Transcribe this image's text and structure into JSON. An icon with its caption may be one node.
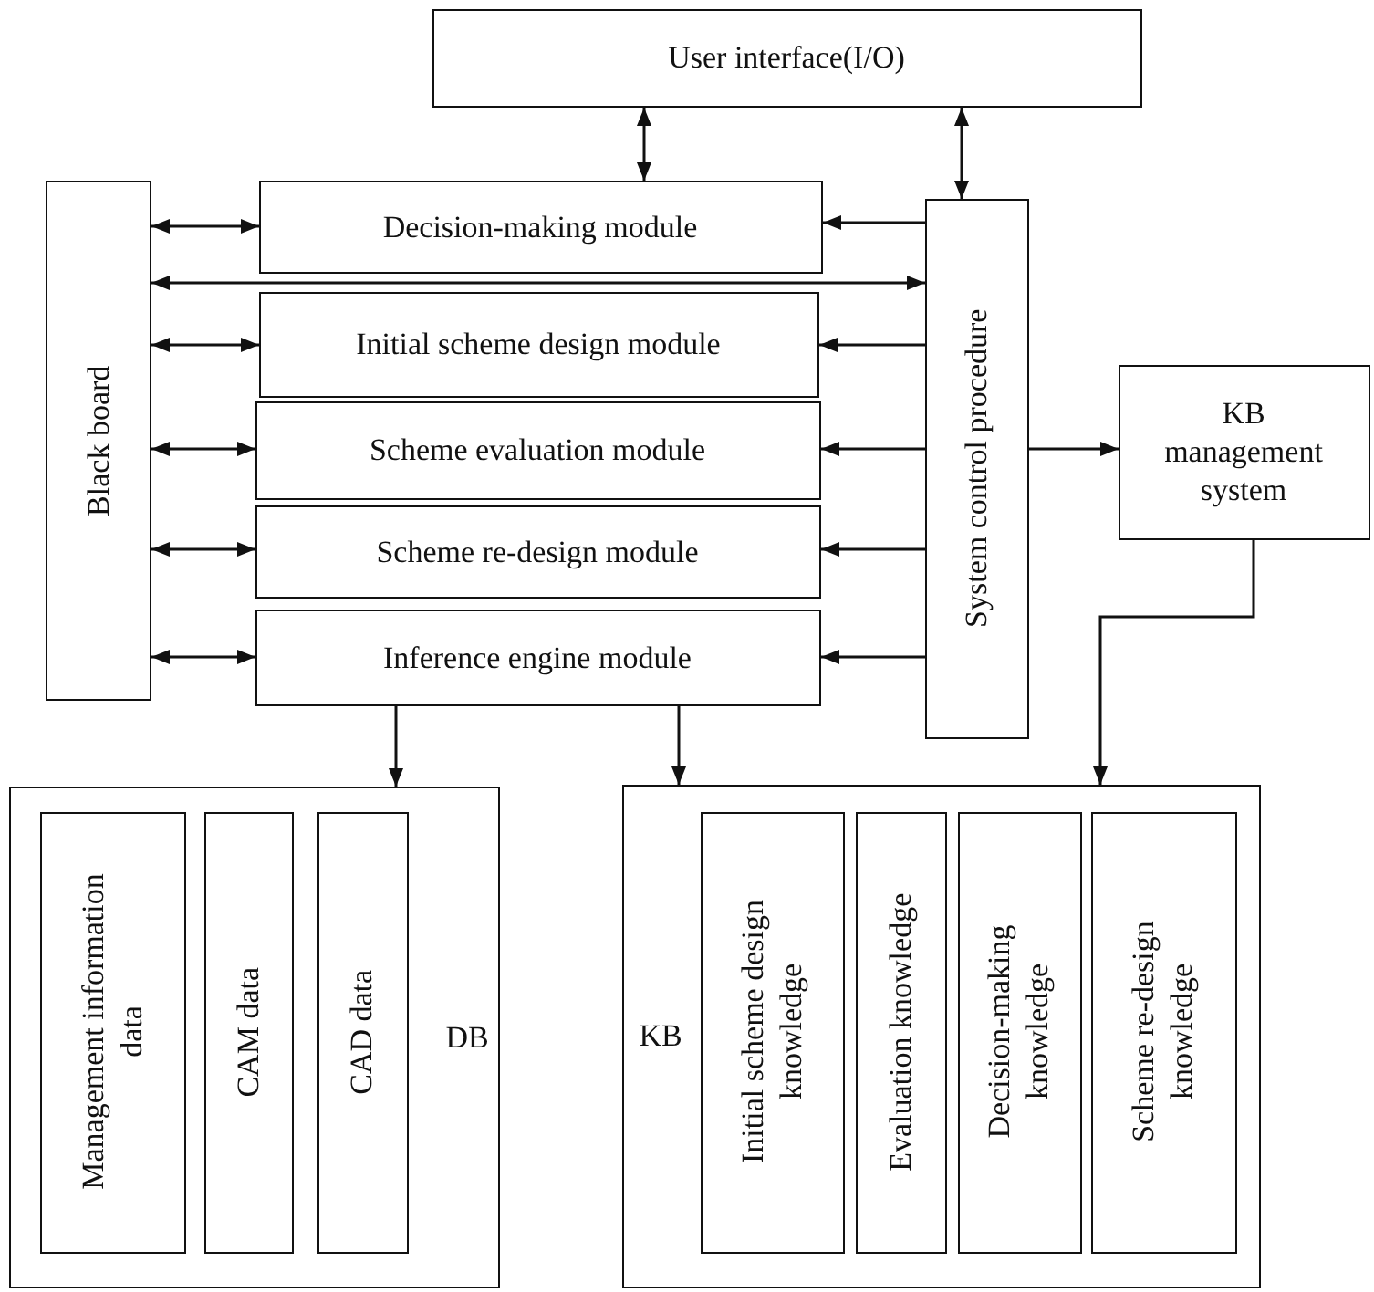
{
  "diagram": {
    "nodes": [
      {
        "text": [
          "User interface(I/O)"
        ]
      },
      {
        "text": [
          "Black board"
        ]
      },
      {
        "text": [
          "Decision-making module"
        ]
      },
      {
        "text": [
          "Initial scheme design module"
        ]
      },
      {
        "text": [
          "Scheme evaluation module"
        ]
      },
      {
        "text": [
          "Scheme re-design module"
        ]
      },
      {
        "text": [
          "Inference engine module"
        ]
      },
      {
        "text": [
          "System control procedure"
        ]
      },
      {
        "text": [
          "KB management system"
        ]
      },
      {
        "text": [
          "DB"
        ]
      },
      {
        "text": [
          "Management information data"
        ],
        "in": 9
      },
      {
        "text": [
          "CAM data"
        ],
        "in": 9
      },
      {
        "text": [
          "CAD data"
        ],
        "in": 9
      },
      {
        "text": [
          "KB"
        ]
      },
      {
        "text": [
          "Initial scheme design knowledge"
        ],
        "in": 13
      },
      {
        "text": [
          "Evaluation knowledge"
        ],
        "in": 13
      },
      {
        "text": [
          "Decision-making knowledge"
        ],
        "in": 13
      },
      {
        "text": [
          "Scheme re-design knowledge"
        ],
        "in": 13
      }
    ],
    "edges": [
      {
        "from": 0,
        "to": 2,
        "arrow": "both"
      },
      {
        "from": 0,
        "to": 7,
        "arrow": "both"
      },
      {
        "from": 1,
        "to": 2,
        "arrow": "both"
      },
      {
        "from": 1,
        "to": 7,
        "arrow": "both"
      },
      {
        "from": 1,
        "to": 3,
        "arrow": "both"
      },
      {
        "from": 1,
        "to": 4,
        "arrow": "both"
      },
      {
        "from": 1,
        "to": 5,
        "arrow": "both"
      },
      {
        "from": 1,
        "to": 6,
        "arrow": "both"
      },
      {
        "from": 7,
        "to": 2,
        "arrow": "to"
      },
      {
        "from": 7,
        "to": 3,
        "arrow": "to"
      },
      {
        "from": 7,
        "to": 4,
        "arrow": "to"
      },
      {
        "from": 7,
        "to": 5,
        "arrow": "to"
      },
      {
        "from": 7,
        "to": 6,
        "arrow": "to"
      },
      {
        "from": 7,
        "to": 8,
        "arrow": "to"
      },
      {
        "from": 6,
        "to": 9,
        "arrow": "to"
      },
      {
        "from": 6,
        "to": 13,
        "arrow": "to"
      },
      {
        "from": 8,
        "to": 13,
        "arrow": "to"
      }
    ]
  }
}
